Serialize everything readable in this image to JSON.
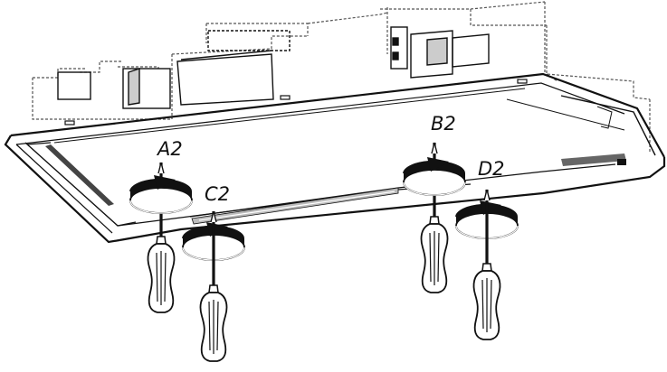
{
  "callouts": {
    "a2": "A2",
    "b2": "B2",
    "c2": "C2",
    "d2": "D2"
  },
  "icons": {
    "screwdriver": "screwdriver-icon",
    "rotation_arrow": "clockwise-rotation-arrow-icon"
  },
  "colors": {
    "line": "#111111",
    "hidden_line": "#555555",
    "background": "#ffffff",
    "handle_fill": "#ffffff",
    "arrow_fill": "#111111"
  }
}
